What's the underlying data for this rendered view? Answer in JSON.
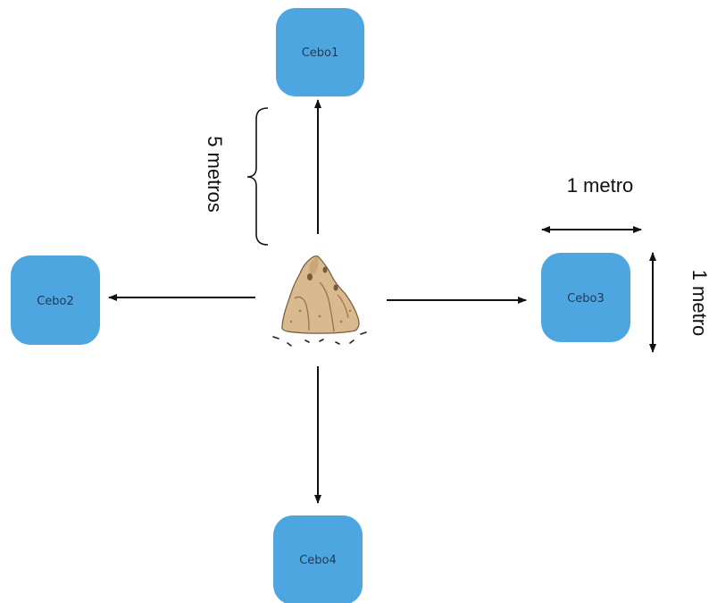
{
  "colors": {
    "node_fill": "#4ea6e0",
    "arrow": "#111111",
    "mound_fill": "#d9b98e",
    "mound_shadow": "#b48e63",
    "mound_outline": "#7a5a3a"
  },
  "nodes": {
    "cebo1": "Cebo1",
    "cebo2": "Cebo2",
    "cebo3": "Cebo3",
    "cebo4": "Cebo4"
  },
  "labels": {
    "distance": "5 metros",
    "width": "1 metro",
    "height": "1 metro"
  },
  "center": {
    "icon": "termite-mound-icon"
  }
}
